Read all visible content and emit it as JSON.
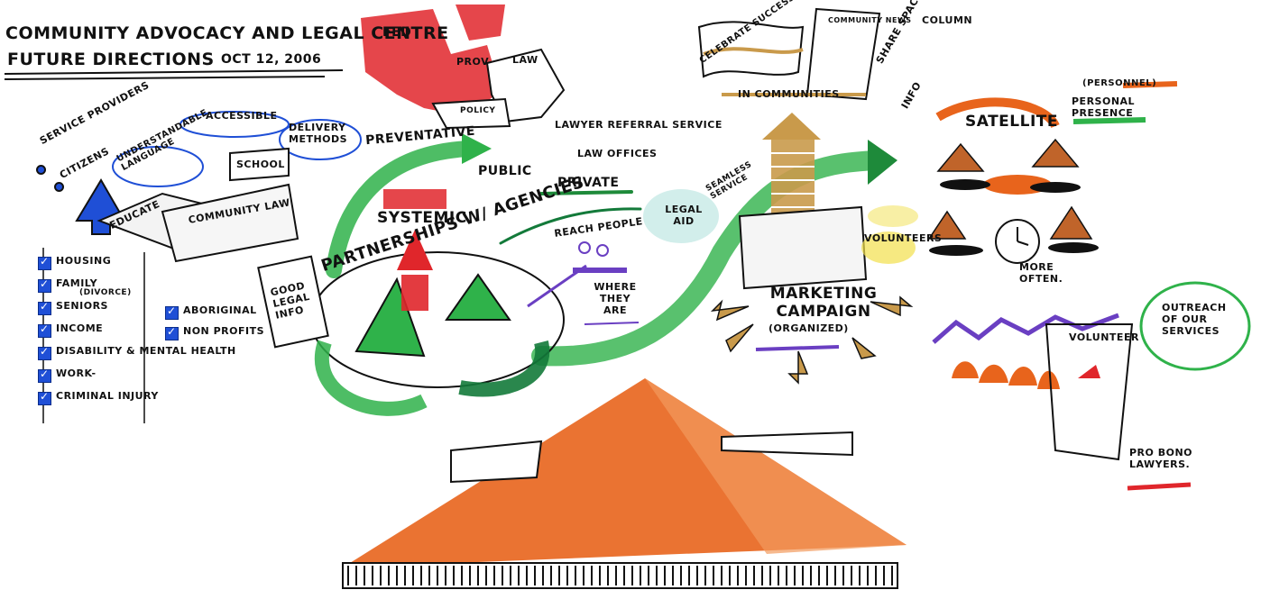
{
  "title": {
    "line1": "Community Advocacy and Legal Centre",
    "line2": "Future Directions",
    "date": "Oct 12, 2006"
  },
  "left_panel": {
    "service_providers": "Service Providers",
    "citizens": "Citizens",
    "understandable": "Understandable Language",
    "accessible": "Accessible",
    "delivery": "Delivery Methods",
    "school": "School",
    "educate": "Educate",
    "community_law": "Community Law",
    "checklist_left": [
      "Housing",
      "Family",
      "Seniors",
      "Income",
      "Disability & Mental Health",
      "Work-",
      "Criminal Injury"
    ],
    "divorce_note": "(Divorce)",
    "checklist_right": [
      "Aboriginal",
      "Non Profits"
    ]
  },
  "center": {
    "fed": "Fed",
    "prov": "Prov",
    "law": "Law",
    "policy": "Policy",
    "preventative": "Preventative",
    "systemic": "Systemic",
    "good_legal_info": "Good Legal Info",
    "partnerships": "Partnerships w/ Agencies",
    "public": "Public",
    "private": "Private",
    "lawyer_referral": "Lawyer Referral Service",
    "law_offices": "Law Offices",
    "legal_aid": "Legal Aid",
    "seamless": "Seamless Service",
    "reach_people": "Reach People",
    "where_they_are": "Where They Are"
  },
  "right_panel": {
    "celebrate": "Celebrate Success",
    "community_news": "Community News",
    "in_communities": "in Communities",
    "column": "Column",
    "share_space": "Share Space",
    "info": "Info",
    "personnel": "(Personnel)",
    "personal_presence": "Personal Presence",
    "satellite": "Satellite",
    "more_often": "More Often.",
    "volunteers": "Volunteers",
    "marketing": "Marketing Campaign",
    "organized": "(Organized)",
    "volunteer": "Volunteer",
    "outreach": "Outreach of our Services",
    "pro_bono": "Pro Bono Lawyers."
  },
  "colors": {
    "green": "#2fb24a",
    "dark_green": "#137a3a",
    "red": "#e0262b",
    "orange": "#e8641c",
    "blue": "#1f4fd6",
    "purple": "#6a3fc2",
    "yellow": "#f2e04b",
    "tan": "#c99a4b"
  }
}
